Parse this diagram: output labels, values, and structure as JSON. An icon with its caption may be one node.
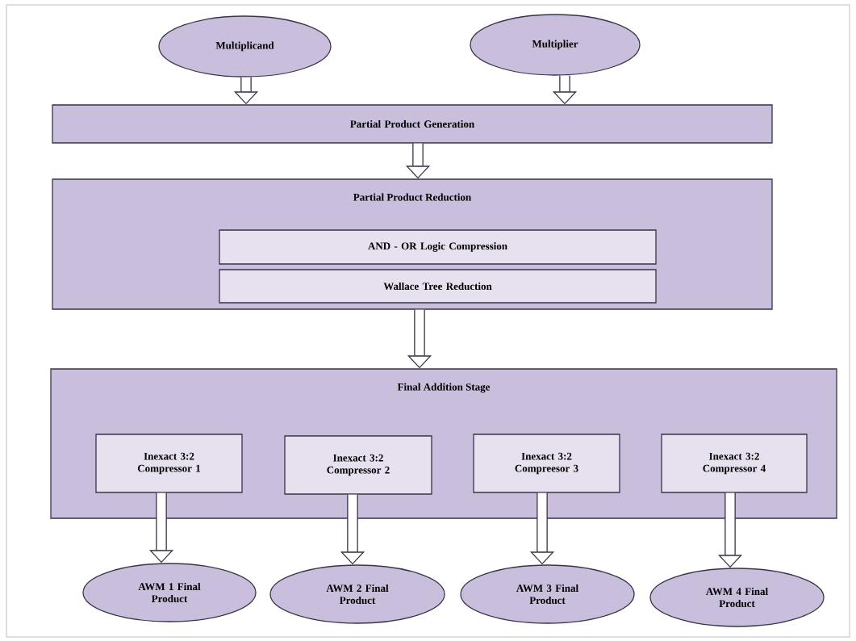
{
  "diagram": {
    "nodes": [
      {
        "text": [
          "Multiplicand"
        ]
      },
      {
        "text": [
          "Multiplier"
        ]
      },
      {
        "text": [
          "Partial Product Generation"
        ]
      },
      {
        "text": [
          "Partial Product Reduction"
        ]
      },
      {
        "text": [
          "AND - OR Logic Compression"
        ],
        "in": 3
      },
      {
        "text": [
          "Wallace Tree Reduction"
        ],
        "in": 3
      },
      {
        "text": [
          "Final Addition Stage"
        ]
      },
      {
        "text": [
          "Inexact 3:2 Compressor 1"
        ],
        "in": 6
      },
      {
        "text": [
          "Inexact 3:2 Compressor 2"
        ],
        "in": 6
      },
      {
        "text": [
          "Inexact 3:2 Compreesor 3"
        ],
        "in": 6
      },
      {
        "text": [
          "Inexact 3:2 Compressor 4"
        ],
        "in": 6
      },
      {
        "text": [
          "AWM 1 Final Product"
        ]
      },
      {
        "text": [
          "AWM 2 Final Product"
        ]
      },
      {
        "text": [
          "AWM 3 Final Product"
        ]
      },
      {
        "text": [
          "AWM 4 Final Product"
        ]
      }
    ],
    "edges": [
      {
        "from": 0,
        "to": 2,
        "arrow": "to"
      },
      {
        "from": 1,
        "to": 2,
        "arrow": "to"
      },
      {
        "from": 2,
        "to": 3,
        "arrow": "to"
      },
      {
        "from": 3,
        "to": 6,
        "arrow": "to"
      },
      {
        "from": 7,
        "to": 11,
        "arrow": "to"
      },
      {
        "from": 8,
        "to": 12,
        "arrow": "to"
      },
      {
        "from": 9,
        "to": 13,
        "arrow": "to"
      },
      {
        "from": 10,
        "to": 14,
        "arrow": "to"
      }
    ]
  }
}
